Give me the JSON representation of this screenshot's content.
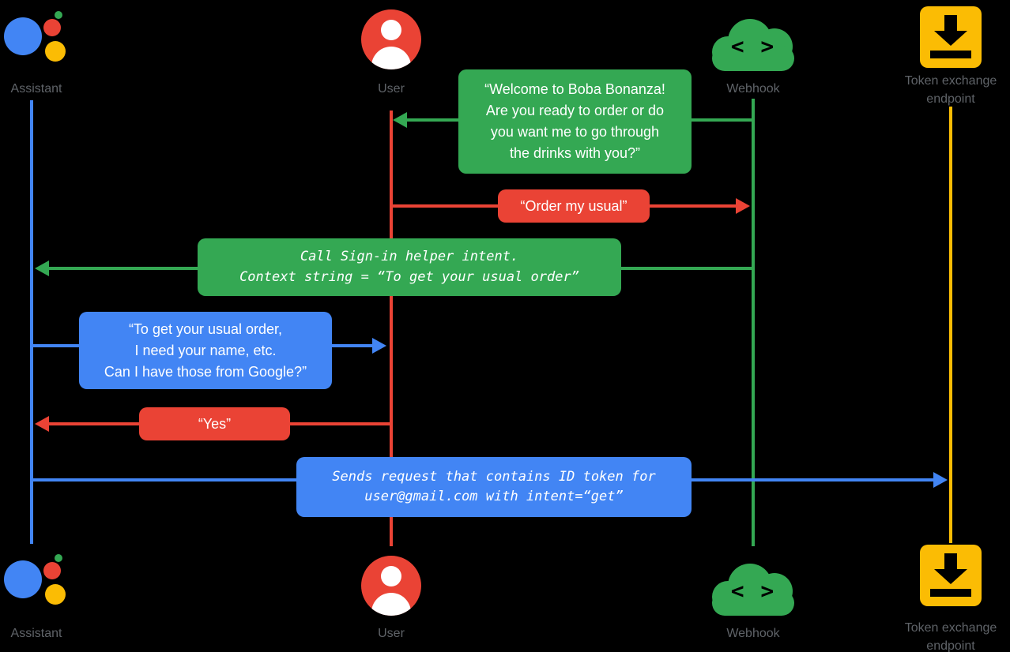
{
  "palette": {
    "blue": "#4285f4",
    "red": "#ea4335",
    "green": "#34a853",
    "yellow": "#fbbc04",
    "label_gray": "#5f6368",
    "bubble_text": "#ffffff",
    "background": "#000000"
  },
  "icons": {
    "assistant": "google-assistant-logo",
    "user": "account-circle",
    "webhook": "cloud-code",
    "token": "archive-download-box",
    "webhook_glyph": "< >"
  },
  "actors": [
    {
      "id": "assistant",
      "label": "Assistant",
      "color": "#4285f4"
    },
    {
      "id": "user",
      "label": "User",
      "color": "#ea4335"
    },
    {
      "id": "webhook",
      "label": "Webhook",
      "color": "#34a853"
    },
    {
      "id": "token",
      "label": "Token exchange\nendpoint",
      "color": "#fbbc04"
    }
  ],
  "messages": [
    {
      "from": "webhook",
      "to": "user",
      "color": "#34a853",
      "style": "sans",
      "text": "“Welcome to Boba Bonanza!\nAre you ready to order or do\nyou want me to go through\nthe drinks with you?”"
    },
    {
      "from": "user",
      "to": "webhook",
      "color": "#ea4335",
      "style": "sans",
      "text": "“Order my usual”"
    },
    {
      "from": "webhook",
      "to": "assistant",
      "color": "#34a853",
      "style": "mono",
      "text": "Call Sign-in helper intent.\nContext string = “To get your usual order”"
    },
    {
      "from": "assistant",
      "to": "user",
      "color": "#4285f4",
      "style": "sans",
      "text": "“To get your usual order,\nI need your name, etc.\nCan I have those from Google?”"
    },
    {
      "from": "user",
      "to": "assistant",
      "color": "#ea4335",
      "style": "sans",
      "text": "“Yes”"
    },
    {
      "from": "assistant",
      "to": "token",
      "color": "#4285f4",
      "style": "mono",
      "text": "Sends request that contains ID token for\nuser@gmail.com with intent=“get”"
    }
  ]
}
